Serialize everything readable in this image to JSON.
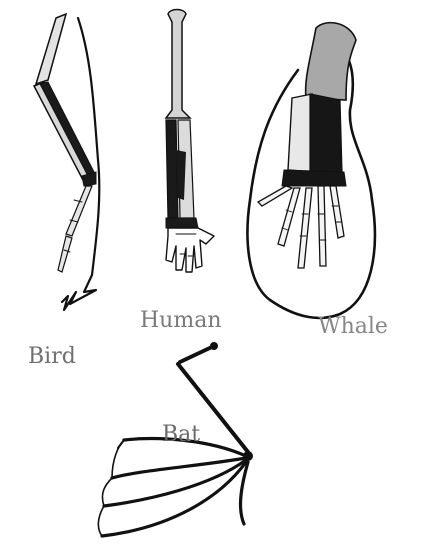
{
  "labels": {
    "bird": "Bird",
    "human": "Human",
    "whale": "Whale",
    "bat": "Bat"
  },
  "colors": {
    "ink": "#111111",
    "light_bone": "#d9d9d9",
    "mid_bone": "#a9a9a9",
    "dark_bone": "#1a1a1a",
    "label_gray": "#7a7a7a"
  }
}
